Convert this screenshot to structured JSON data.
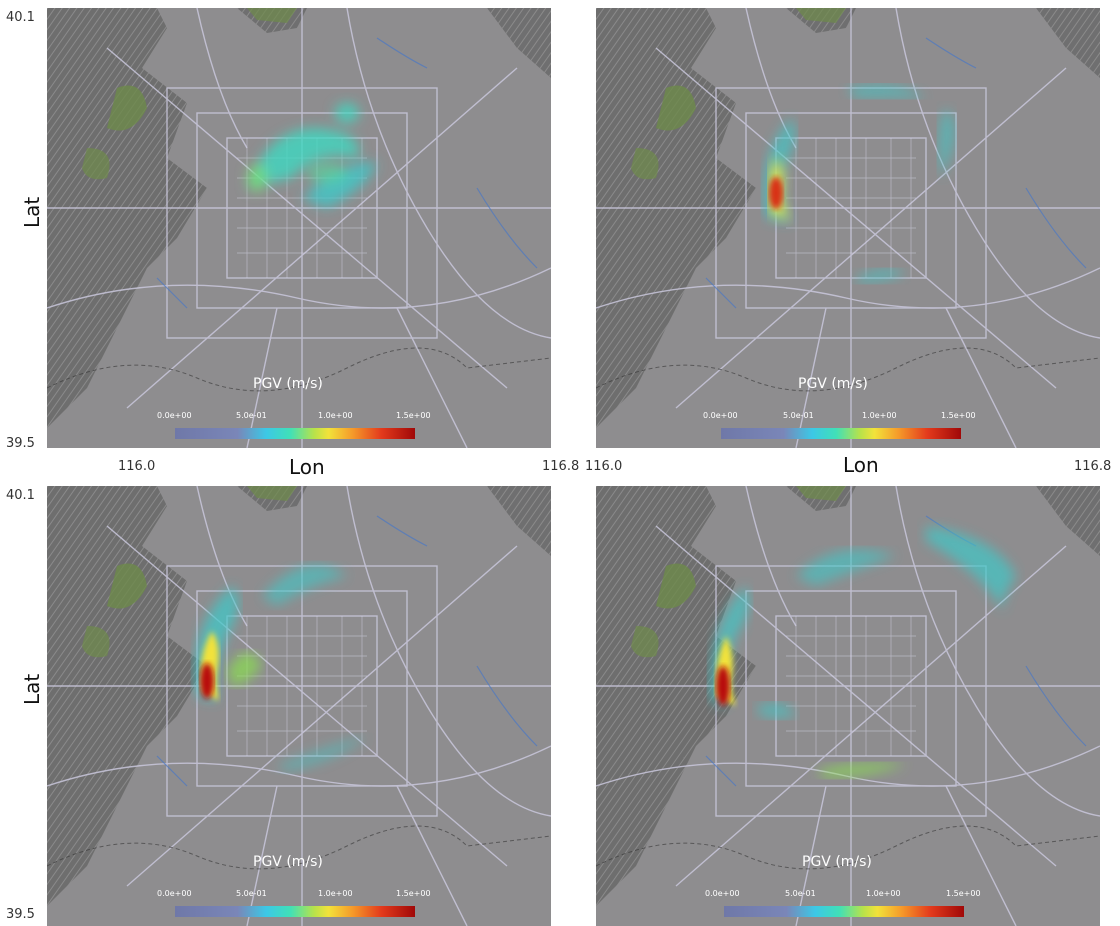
{
  "figure": {
    "lat_label": "Lat",
    "lon_label": "Lon",
    "lat_ticks": [
      "40.1",
      "39.5"
    ],
    "lon_ticks": [
      "116.0",
      "116.8"
    ],
    "colorbar_title": "PGV (m/s)",
    "colorbar_ticks": [
      "0.0e+00",
      "5.0e-01",
      "1.0e+00",
      "1.5e+00"
    ],
    "colormap": [
      "#6f78a8",
      "#3cc8e6",
      "#40e0b8",
      "#b8e24a",
      "#f2e23a",
      "#f59a2a",
      "#e33a1c",
      "#a00808"
    ]
  },
  "map_colors": {
    "base": "#8e8d8f",
    "terrain": "#5e5e5e",
    "vegetation": "#6d8a4a",
    "roads": "#c9c7dc",
    "rivers": "#4a78c4"
  },
  "panels": [
    {
      "id": "a",
      "wavefront": [
        {
          "shape": "arc-north",
          "max_pgv": 0.55
        }
      ]
    },
    {
      "id": "b",
      "wavefront": [
        {
          "shape": "west-crescent",
          "max_pgv": 1.5
        }
      ]
    },
    {
      "id": "c",
      "wavefront": [
        {
          "shape": "west-crescent",
          "max_pgv": 1.5
        }
      ]
    },
    {
      "id": "d",
      "wavefront": [
        {
          "shape": "west-crescent",
          "max_pgv": 1.5
        }
      ]
    }
  ]
}
